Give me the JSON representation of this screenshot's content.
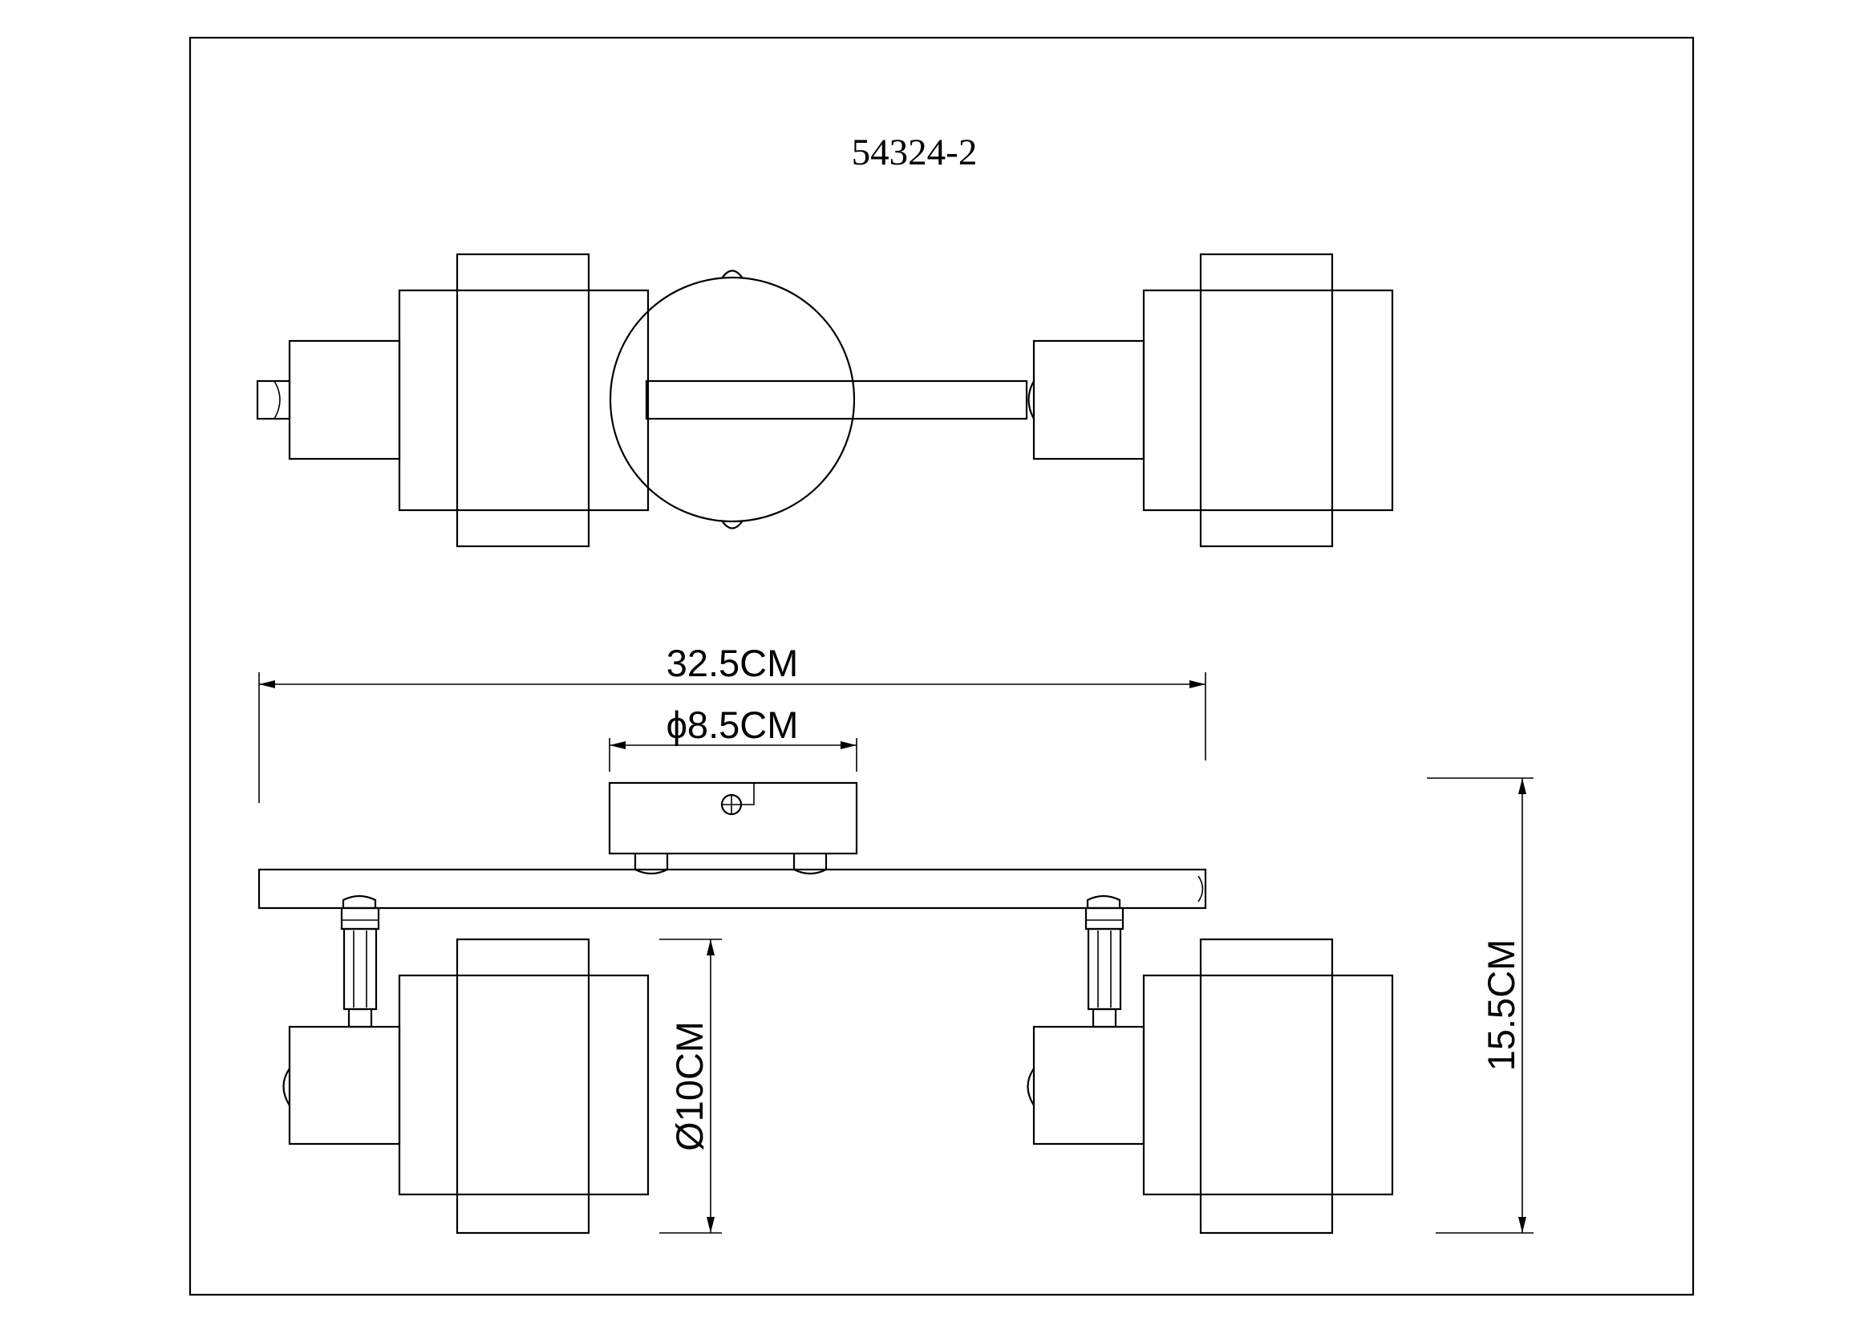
{
  "drawing": {
    "model_number": "54324-2",
    "dimensions": {
      "total_width": "32.5CM",
      "base_diameter": "ϕ8.5CM",
      "shade_diameter": "Ø10CM",
      "total_height": "15.5CM"
    },
    "views": [
      "top-view",
      "front-view"
    ]
  }
}
